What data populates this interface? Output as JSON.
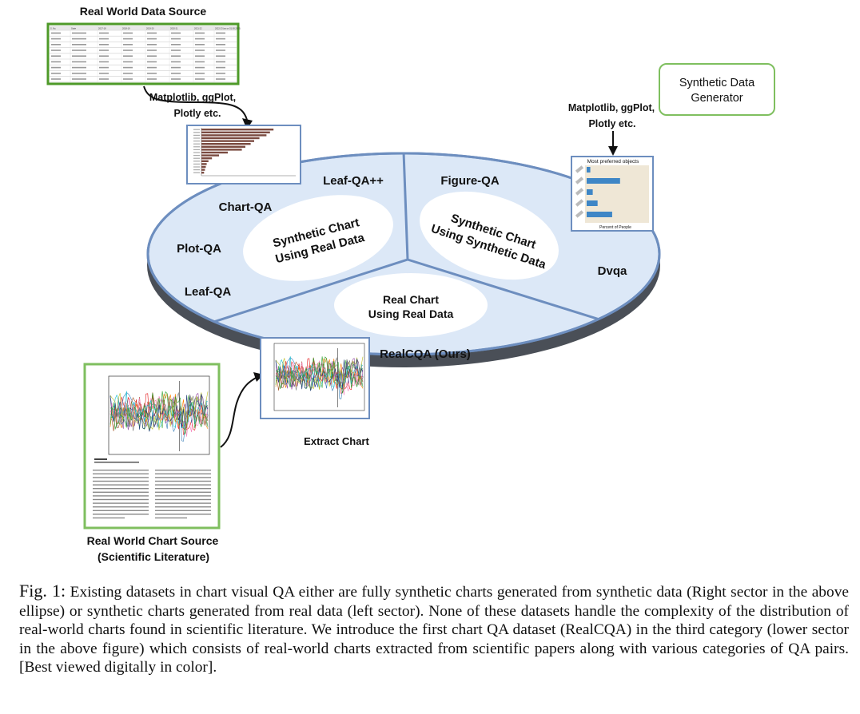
{
  "real_world_data_source": {
    "title": "Real World Data Source",
    "header": [
      "S. No.",
      "State",
      "2017-18",
      "2018-19",
      "2019-20",
      "2020-21",
      "2021-22",
      "2022-23 (as on 31.08.2022)"
    ],
    "row_count": 9
  },
  "tools_left": [
    "Matplotlib, ggPlot,",
    "Plotly etc."
  ],
  "tools_right": [
    "Matplotlib, ggPlot,",
    "Plotly etc."
  ],
  "generator": [
    "Synthetic Data",
    "Generator"
  ],
  "ellipse": {
    "left_sector": {
      "center_label": [
        "Synthetic Chart",
        "Using Real Data"
      ],
      "datasets": [
        "Leaf-QA++",
        "Chart-QA",
        "Plot-QA",
        "Leaf-QA"
      ]
    },
    "right_sector": {
      "center_label": [
        "Synthetic Chart",
        "Using Synthetic Data"
      ],
      "datasets": [
        "Figure-QA",
        "Dvqa"
      ]
    },
    "lower_sector": {
      "center_label": [
        "Real Chart",
        "Using Real Data"
      ],
      "datasets": [
        "RealCQA (Ours)"
      ]
    }
  },
  "synthetic_chart_thumb": {
    "title": "Most preferred objects",
    "xlabel": "Percent of People",
    "bar_fractions": [
      0.06,
      0.55,
      0.1,
      0.18,
      0.42
    ]
  },
  "extract_label": "Extract Chart",
  "paper_label": [
    "Real World Chart Source",
    "(Scientific Literature)"
  ],
  "caption": {
    "fig": "Fig. 1:",
    "text": "Existing datasets in chart visual QA either are fully synthetic charts generated from synthetic data (Right sector in the above ellipse) or synthetic charts generated from real data (left sector). None of these datasets handle the complexity of the distribution of real-world charts found in scientific literature. We introduce the first chart QA dataset (RealCQA) in the third category (lower sector in the above figure) which consists of real-world charts extracted from scientific papers along with various categories of QA pairs. [Best viewed digitally in color]."
  },
  "colors": {
    "ellipse_fill": "#dce8f7",
    "ellipse_stroke": "#6d8ebf",
    "ellipse_shadow": "#4a4f57",
    "table_border": "#4e9a28",
    "generator_border": "#7fbf5f",
    "bar_brown": "#7a4a40",
    "bar_blue": "#3e86c6"
  }
}
